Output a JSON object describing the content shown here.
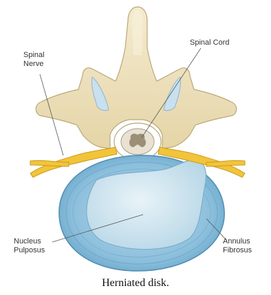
{
  "figure": {
    "labels": {
      "spinal_nerve": "Spinal\nNerve",
      "spinal_cord": "Spinal Cord",
      "nucleus_pulposus": "Nucleus\nPulposus",
      "annulus_fibrosus": "Annulus\nFibrosus"
    },
    "caption": "Herniated disk."
  },
  "colors": {
    "bone": "#efe3bf",
    "bone_outline": "#b9a777",
    "nerve": "#f2c43a",
    "disc_outer": "#8cbfdc",
    "disc_inner": "#cfe4ef",
    "cord": "#e9e2d2"
  }
}
